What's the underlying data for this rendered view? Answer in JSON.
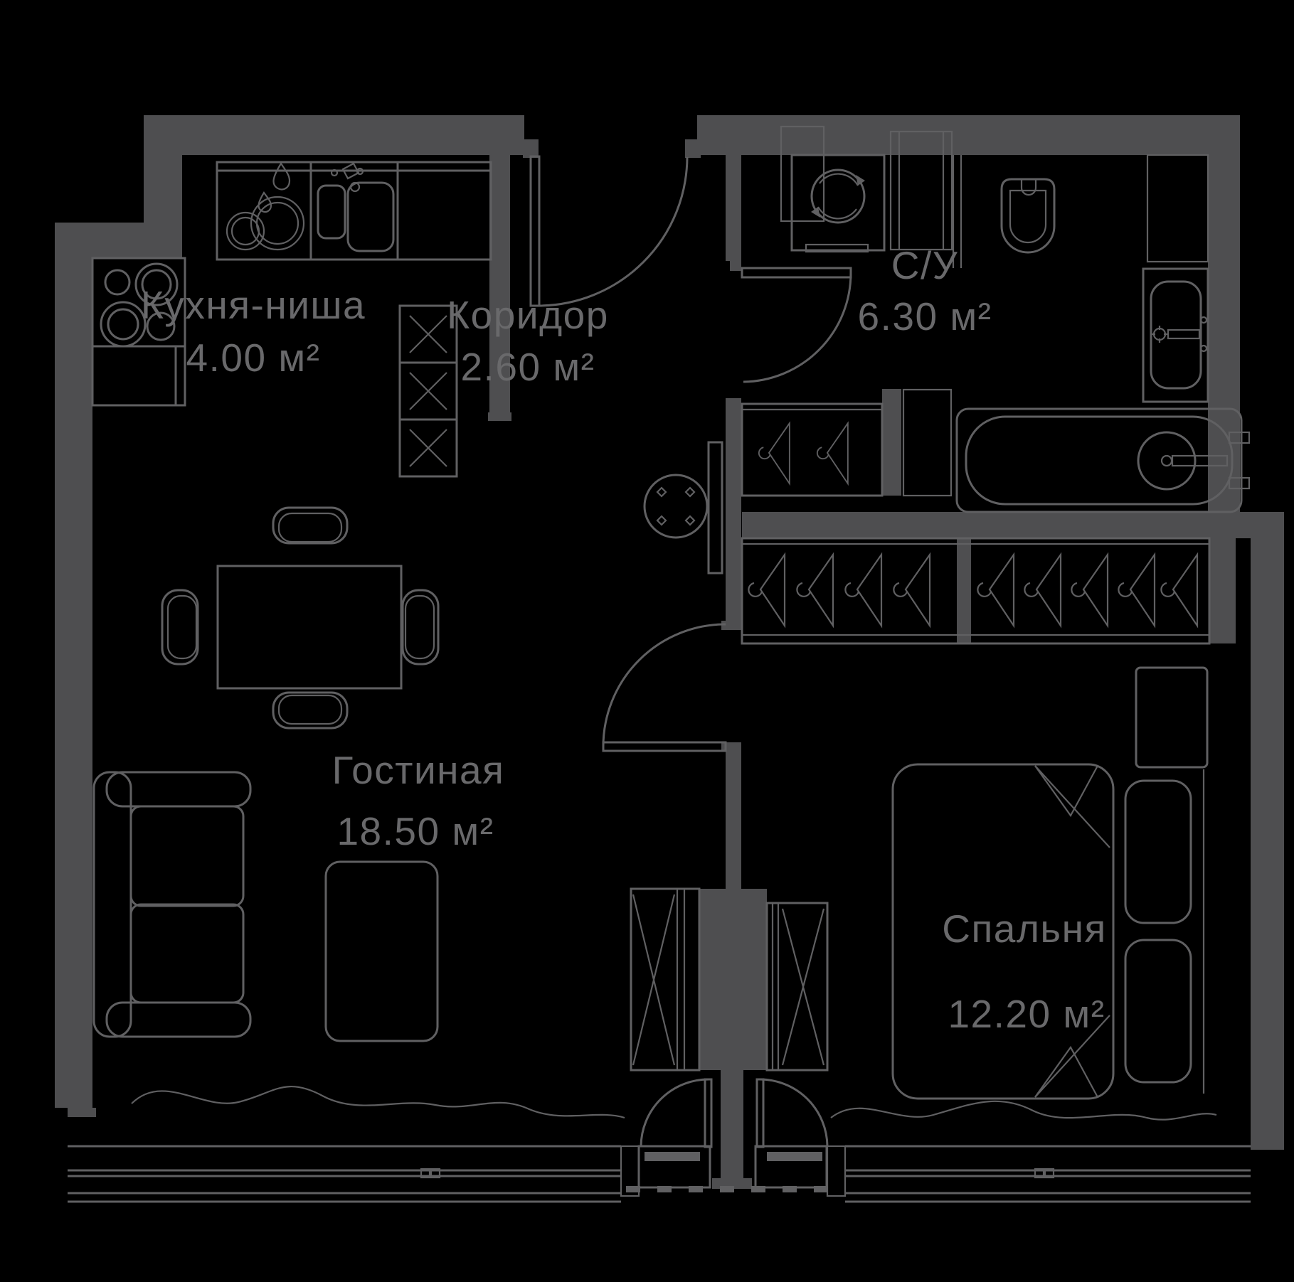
{
  "plan": {
    "type": "floor-plan",
    "language": "ru",
    "rooms": [
      {
        "id": "kitchen",
        "name": "Кухня-ниша",
        "area": "4.00 м²"
      },
      {
        "id": "corridor",
        "name": "Коридор",
        "area": "2.60 м²"
      },
      {
        "id": "bathroom",
        "name": "С/У",
        "area": "6.30 м²"
      },
      {
        "id": "living",
        "name": "Гостиная",
        "area": "18.50 м²"
      },
      {
        "id": "bedroom",
        "name": "Спальня",
        "area": "12.20 м²"
      }
    ],
    "colors": {
      "background": "#000000",
      "walls": "#4e4e50",
      "lines": "#606062",
      "labels": "#69696b"
    }
  }
}
